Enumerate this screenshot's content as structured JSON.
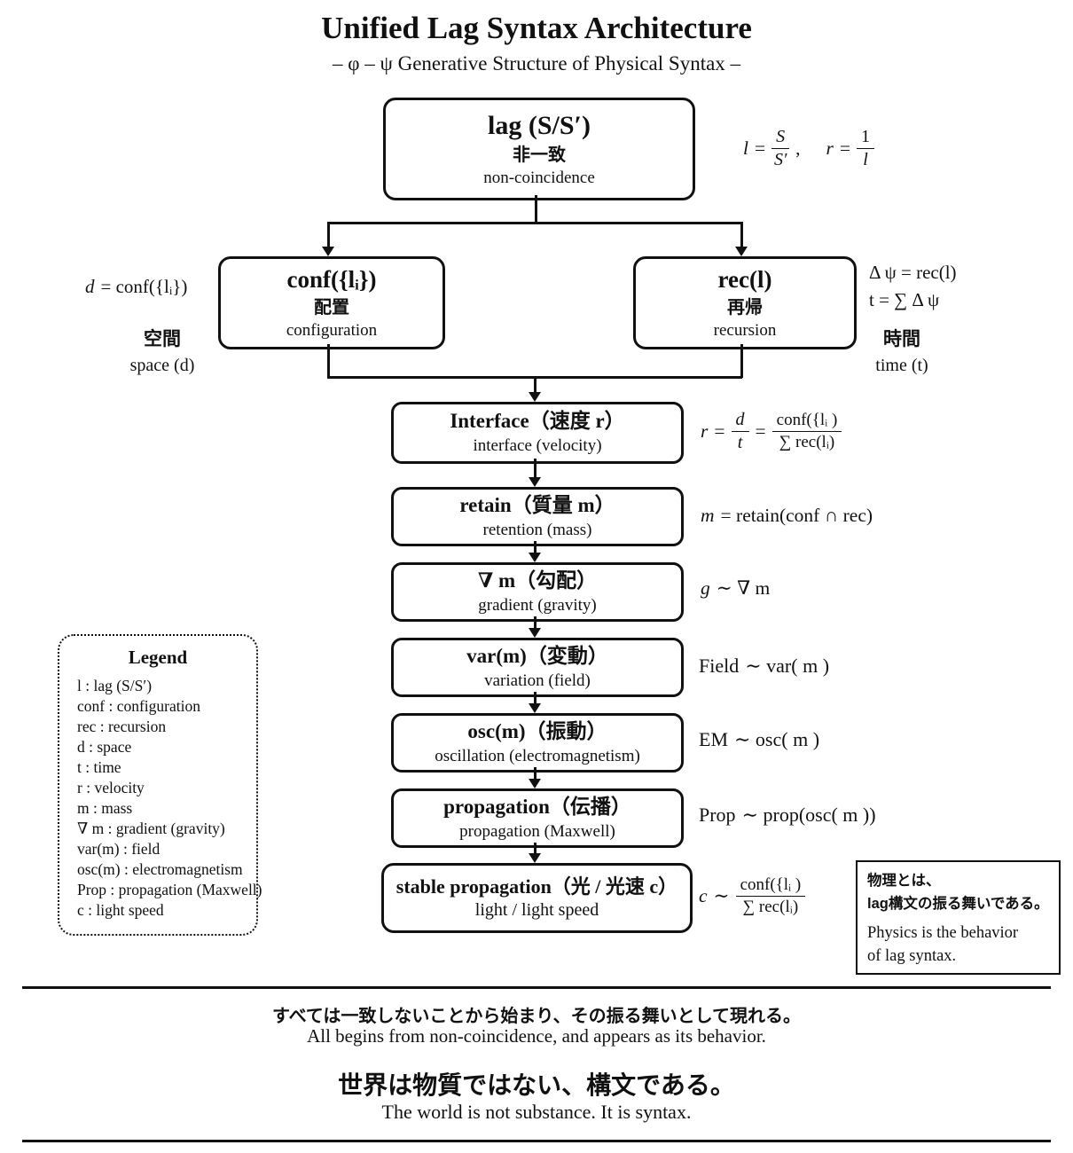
{
  "page": {
    "title": "Unified Lag Syntax Architecture",
    "subtitle": "– φ – ψ Generative Structure of Physical Syntax –"
  },
  "boxes": {
    "lag": {
      "title": "lag (S/S′)",
      "jp": "非一致",
      "en": "non-coincidence"
    },
    "conf": {
      "title": "conf({lᵢ})",
      "jp": "配置",
      "en": "configuration"
    },
    "rec": {
      "title": "rec(l)",
      "jp": "再帰",
      "en": "recursion"
    },
    "interface": {
      "title": "Interface（速度 r）",
      "en": "interface (velocity)"
    },
    "retain": {
      "title": "retain（質量 m）",
      "en": "retention (mass)"
    },
    "grad": {
      "title": "∇ m（勾配）",
      "en": "gradient (gravity)"
    },
    "var": {
      "title": "var(m)（変動）",
      "en": "variation (field)"
    },
    "osc": {
      "title": "osc(m)（振動）",
      "en": "oscillation (electromagnetism)"
    },
    "prop": {
      "title": "propagation（伝播）",
      "en": "propagation (Maxwell)"
    },
    "stable": {
      "title": "stable propagation（光 / 光速 c）",
      "en": "light / light speed"
    }
  },
  "annotations": {
    "lag_formula": {
      "v1": "l",
      "eq1": "=",
      "num1": "S",
      "den1": "S′",
      "comma": ",",
      "v2": "r",
      "eq2": "=",
      "num2": "1",
      "den2": "l"
    },
    "conf_side": {
      "formula_v": "d",
      "formula_body": "= conf({lᵢ})",
      "jp": "空間",
      "en": "space (d)"
    },
    "rec_side": {
      "line1": "Δ ψ = rec(l)",
      "line2": "t = ∑ Δ ψ",
      "jp": "時間",
      "en": "time (t)"
    },
    "interface_formula": {
      "v": "r",
      "eq1": "=",
      "num1": "d",
      "den1": "t",
      "eq2": "=",
      "num2": "conf({lᵢ )",
      "den2": "∑ rec(lᵢ)"
    },
    "retain_formula": {
      "v": "m",
      "body": "= retain(conf ∩ rec)"
    },
    "grad_formula": {
      "v": "g",
      "body": "∼ ∇ m"
    },
    "var_formula": {
      "v": "Field",
      "body": "∼ var( m )"
    },
    "osc_formula": {
      "v": "EM",
      "body": "∼ osc( m )"
    },
    "prop_formula": {
      "v": "Prop",
      "body": "∼ prop(osc( m ))"
    },
    "stable_formula": {
      "v": "c",
      "rel": "∼",
      "num": "conf({lᵢ )",
      "den": "∑ rec(lᵢ)"
    }
  },
  "legend": {
    "title": "Legend",
    "items": [
      "l : lag (S/S′)",
      "conf : configuration",
      "rec : recursion",
      "d : space",
      "t : time",
      "r : velocity",
      "m : mass",
      "∇ m : gradient (gravity)",
      "var(m) : field",
      "osc(m) : electromagnetism",
      "Prop : propagation (Maxwell)",
      "c : light speed"
    ]
  },
  "note_box": {
    "jp1": "物理とは、",
    "jp2": "lag構文の振る舞いである。",
    "en1": "Physics is the behavior",
    "en2": "of lag syntax."
  },
  "footer": {
    "jp1": "すべては一致しないことから始まり、その振る舞いとして現れる。",
    "en1": "All begins from non-coincidence, and appears as its behavior.",
    "jp2": "世界は物質ではない、構文である。",
    "en2": "The world is not substance. It is syntax."
  },
  "colors": {
    "ink": "#111111",
    "background": "#ffffff"
  }
}
